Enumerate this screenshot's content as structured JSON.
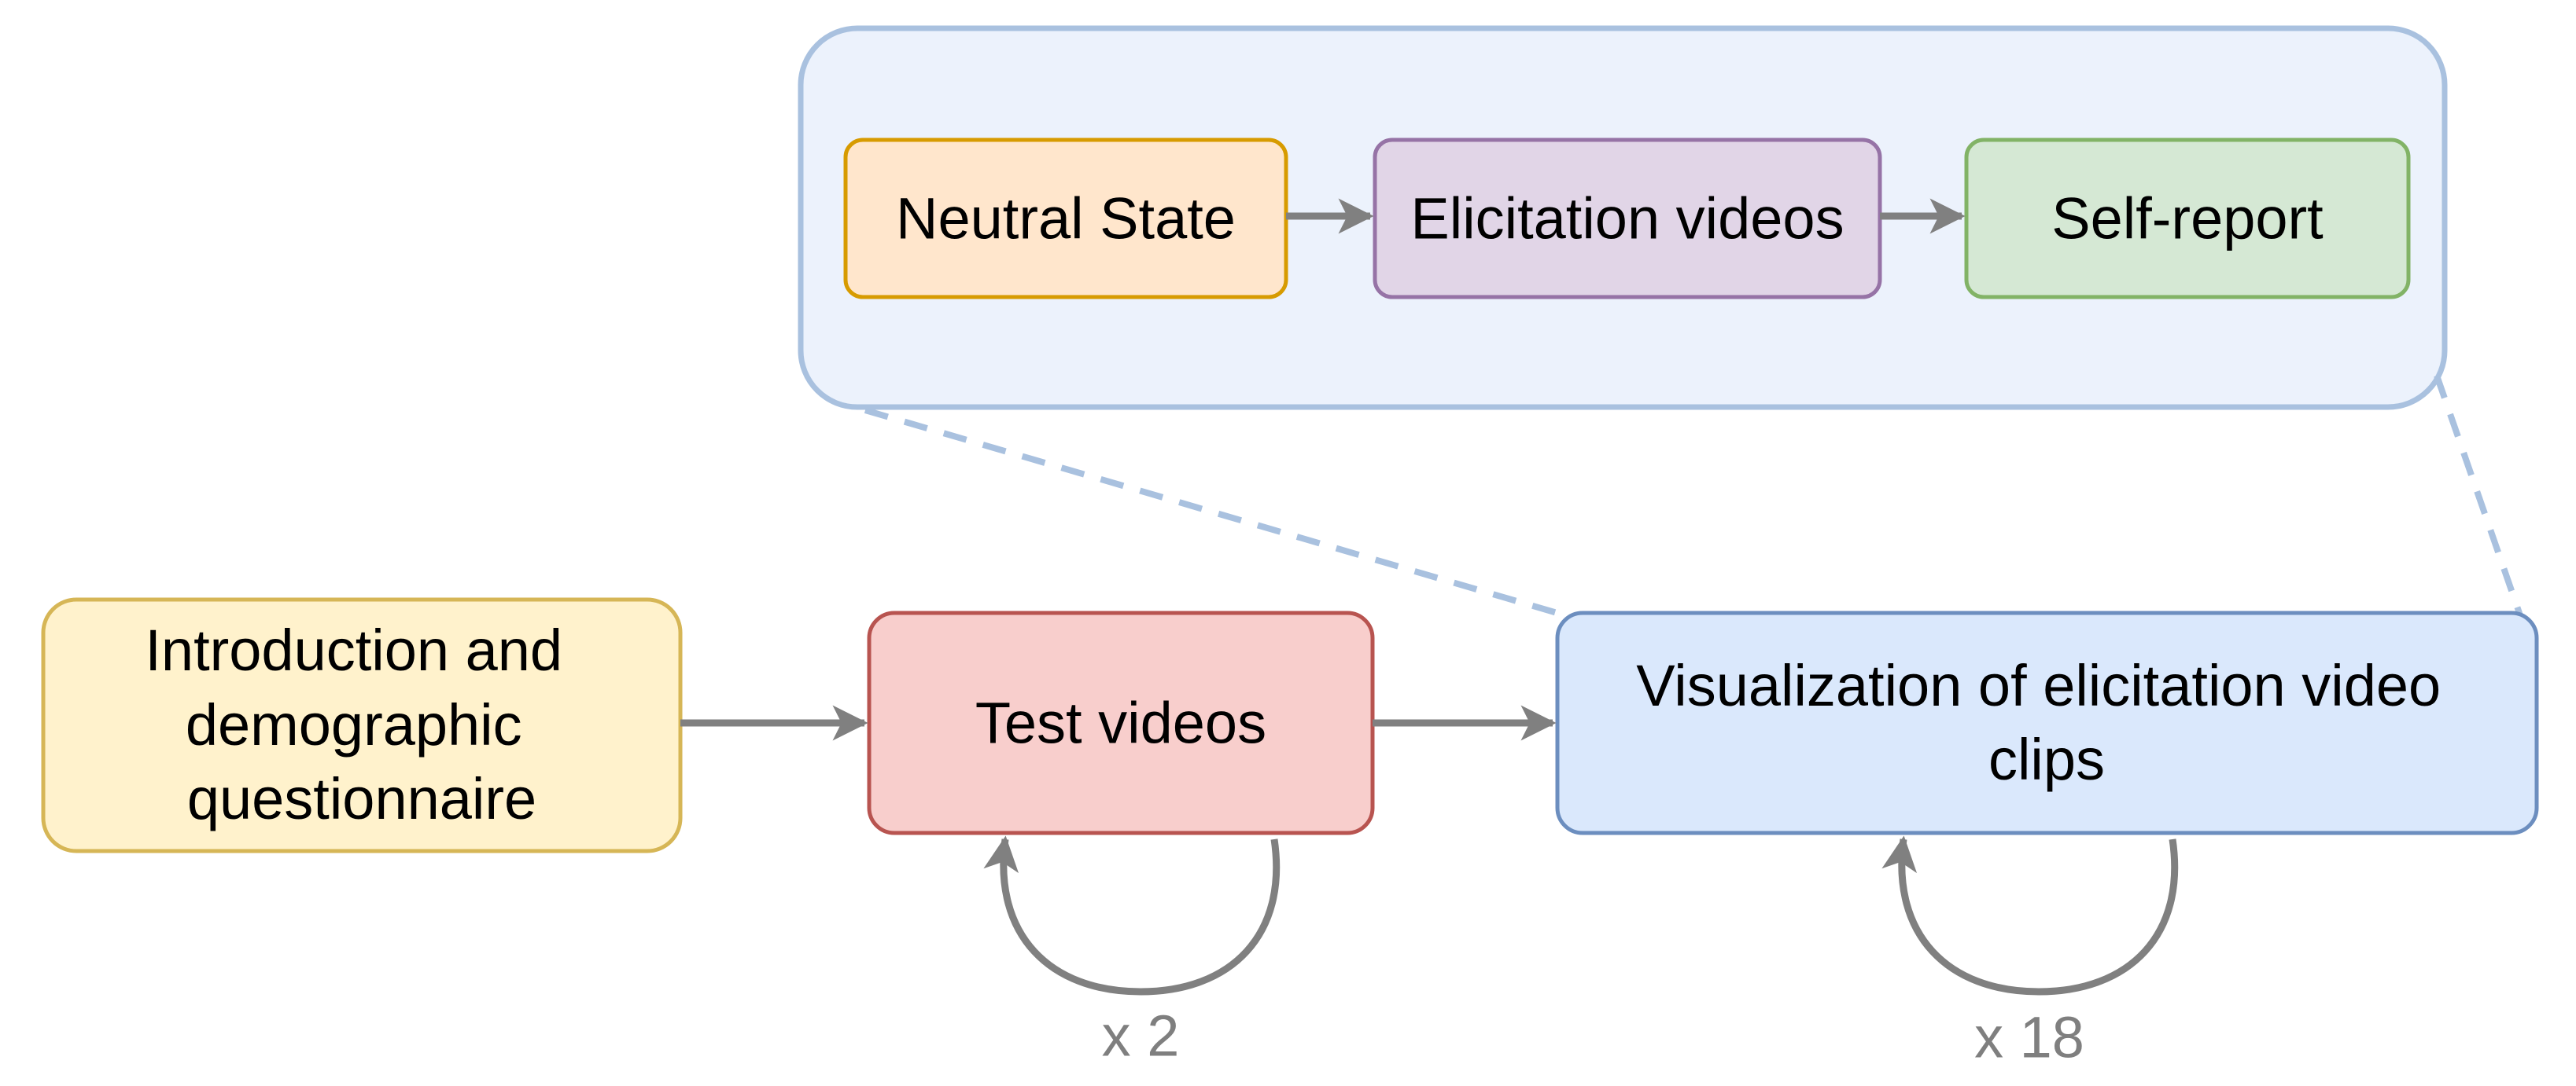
{
  "diagram": {
    "detail_group": {
      "steps": [
        {
          "label": "Neutral State",
          "fill": "#ffe6cc",
          "stroke": "#d79b00"
        },
        {
          "label": "Elicitation videos",
          "fill": "#e1d5e7",
          "stroke": "#9673a6"
        },
        {
          "label": "Self-report",
          "fill": "#d5e8d4",
          "stroke": "#82b366"
        }
      ],
      "fill": "#ecf2fc",
      "stroke": "#a9c1df"
    },
    "main_flow": {
      "intro": {
        "lines": [
          "Introduction and",
          "demographic",
          "questionnaire"
        ],
        "fill": "#fff2cc",
        "stroke": "#d6b656"
      },
      "test": {
        "label": "Test videos",
        "fill": "#f8cecc",
        "stroke": "#b85450",
        "repeat_label": "x 2"
      },
      "visualization": {
        "lines": [
          "Visualization of elicitation video",
          "clips"
        ],
        "fill": "#dae8fc",
        "stroke": "#6c8ebf",
        "repeat_label": "x 18"
      }
    },
    "colors": {
      "arrow": "#808080",
      "dashed_connector": "#a9c1df"
    }
  }
}
